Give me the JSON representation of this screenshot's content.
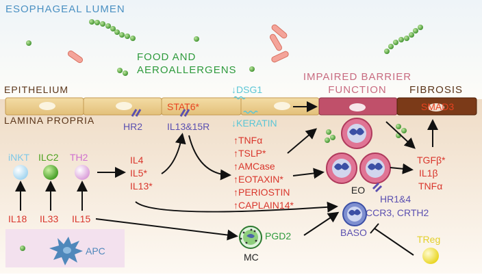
{
  "regions": {
    "lumen": "ESOPHAGEAL LUMEN",
    "food": "FOOD AND",
    "aero": "AEROALLERGENS",
    "epithelium": "EPITHELIUM",
    "lamina": "LAMINA PROPRIA",
    "barrier1": "IMPAIRED BARRIER",
    "barrier2": "FUNCTION",
    "fibrosis": "FIBROSIS"
  },
  "epithelium": {
    "stat6": "STAT6*",
    "smad3": "SMAD3",
    "dsg1": "↓DSG1",
    "keratin": "↓KERATIN"
  },
  "receptors": {
    "hr2": "HR2",
    "il13r": "IL13&15R",
    "hr14": "HR1&4",
    "ccr3": "CCR3, CRTH2"
  },
  "cells": {
    "inkt": "iNKT",
    "ilc2": "ILC2",
    "th2": "TH2",
    "apc": "APC",
    "mc": "MC",
    "eo": "EO",
    "baso": "BASO",
    "treg": "TReg"
  },
  "cytokines": {
    "il18": "IL18",
    "il33": "IL33",
    "il15": "IL15",
    "il4": "IL4",
    "il5": "IL5*",
    "il13": "IL13*",
    "pgd2": "PGD2"
  },
  "mediators": [
    "↑TNFα",
    "↑TSLP*",
    "↑AMCase",
    "↑EOTAXIN*",
    "↑PERIOSTIN",
    "↑CAPLAIN14*"
  ],
  "fibro": [
    "TGFβ*",
    "IL1β",
    "TNFα"
  ],
  "colors": {
    "red": "#d9352b",
    "green": "#2e9a3c",
    "blue": "#4a90c2",
    "purple": "#5a4fb0",
    "cyan": "#5bc6d6",
    "brown": "#5a3418",
    "pink": "#c86b80"
  }
}
